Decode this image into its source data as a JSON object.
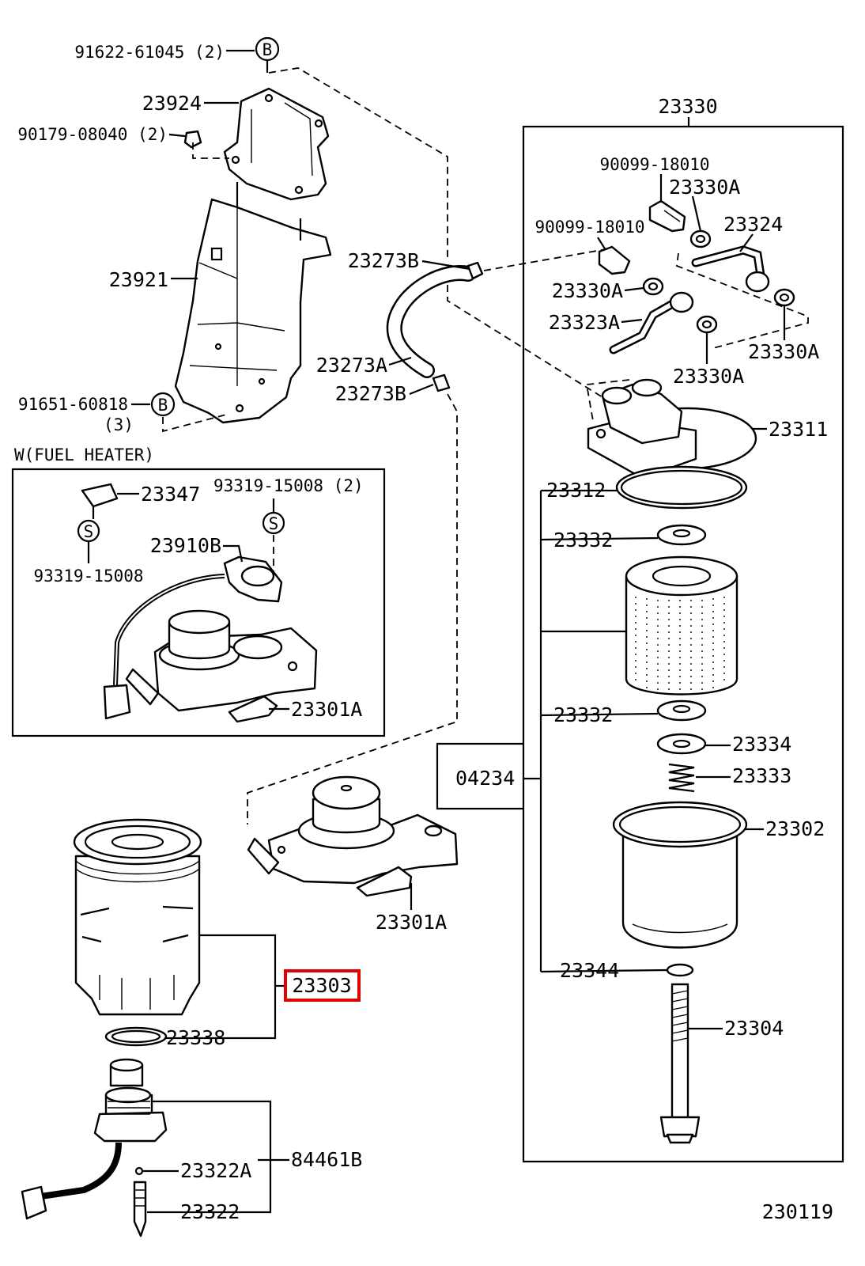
{
  "diagram_code": "230119",
  "inset_title": "W(FUEL HEATER)",
  "highlighted_part": "23303",
  "callouts": {
    "c91622": "91622-61045 (2)",
    "c23924": "23924",
    "c90179": "90179-08040 (2)",
    "c23921": "23921",
    "c91651": "91651-60818",
    "c91651q": "(3)",
    "c23273b1": "23273B",
    "c23273a": "23273A",
    "c23273b2": "23273B",
    "c23330": "23330",
    "c90099a": "90099-18010",
    "c23330a1": "23330A",
    "c90099b": "90099-18010",
    "c23324": "23324",
    "c23330a2": "23330A",
    "c23323a": "23323A",
    "c23330a3": "23330A",
    "c23330a4": "23330A",
    "c23311": "23311",
    "c23312": "23312",
    "c23332a": "23332",
    "c23332b": "23332",
    "c04234": "04234",
    "c23334": "23334",
    "c23333": "23333",
    "c23302": "23302",
    "c23344": "23344",
    "c23304": "23304",
    "c23301a": "23301A",
    "c23303": "23303",
    "c23338": "23338",
    "c84461b": "84461B",
    "c23322a": "23322A",
    "c23322": "23322",
    "i23347": "23347",
    "i93319a": "93319-15008 (2)",
    "i93319b": "93319-15008",
    "i23910b": "23910B",
    "i23301a": "23301A"
  },
  "markers": {
    "b": "B",
    "s": "S"
  }
}
